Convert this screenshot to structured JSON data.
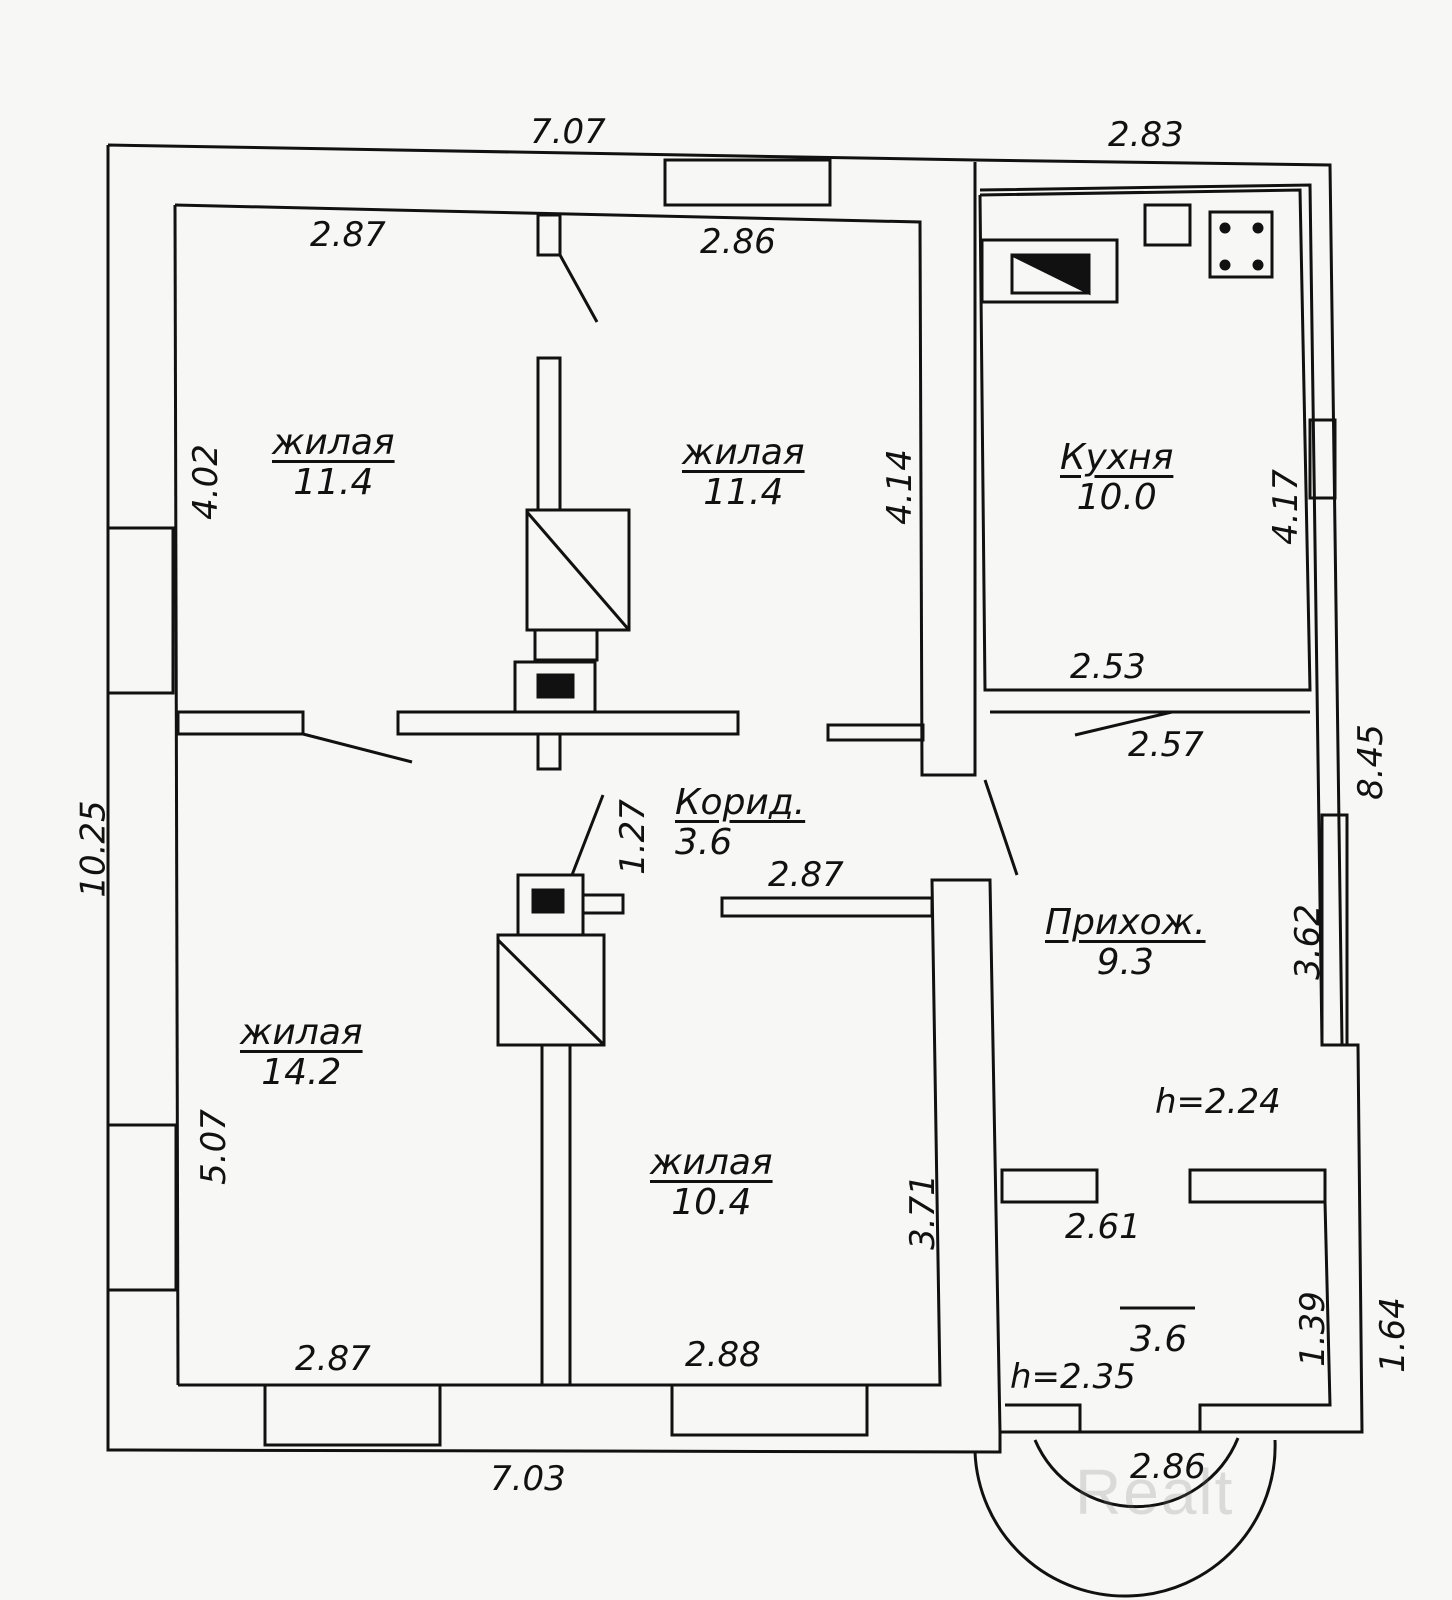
{
  "rooms": [
    {
      "name": "жилая",
      "area": "11.4"
    },
    {
      "name": "жилая",
      "area": "11.4"
    },
    {
      "name": "Кухня",
      "area": "10.0"
    },
    {
      "name": "Корид.",
      "area": "3.6"
    },
    {
      "name": "Прихож.",
      "area": "9.3"
    },
    {
      "name": "жилая",
      "area": "14.2"
    },
    {
      "name": "жилая",
      "area": "10.4"
    },
    {
      "name": "",
      "area": "3.6"
    }
  ],
  "dimensions": {
    "top_outer_main": "7.07",
    "top_outer_kitchen": "2.83",
    "room1_width": "2.87",
    "room2_width": "2.86",
    "room1_height": "4.02",
    "room2_height": "4.14",
    "kitchen_height": "4.17",
    "kitchen_width": "2.53",
    "hall_width": "2.57",
    "right_outer": "8.45",
    "left_outer": "10.25",
    "corridor_door": "1.27",
    "corridor_width": "2.87",
    "hall_height": "3.62",
    "room3_height": "5.07",
    "room4_height": "3.71",
    "vestibule_width": "2.61",
    "vestibule_inner_height": "1.39",
    "vestibule_outer_height": "1.64",
    "room3_width": "2.87",
    "room4_width": "2.88",
    "bottom_outer_main": "7.03",
    "porch_width": "2.86"
  },
  "heights": {
    "hall": "h=2.24",
    "vestibule": "h=2.35"
  },
  "watermark": "Realt"
}
